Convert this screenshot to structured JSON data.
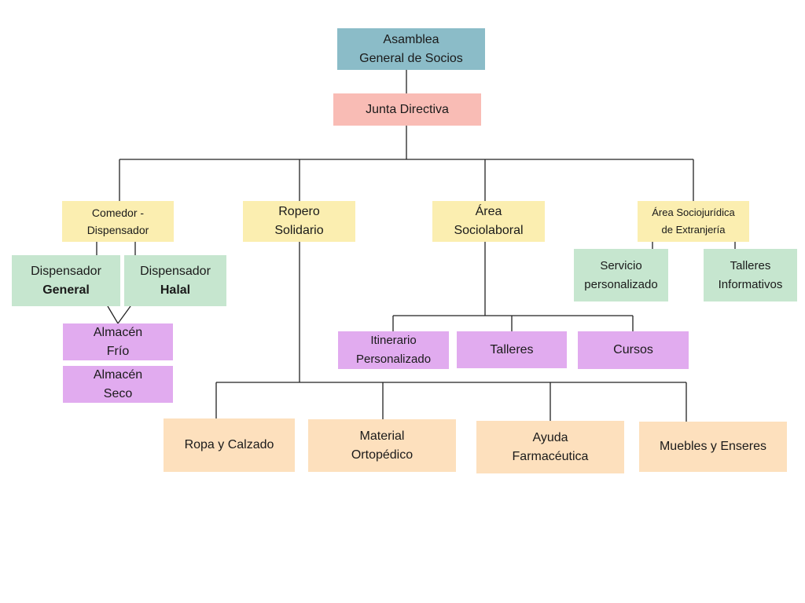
{
  "nodes": {
    "asamblea": [
      "Asamblea",
      "General de Socios"
    ],
    "junta": [
      "Junta Directiva"
    ],
    "comedor": [
      "Comedor -",
      "Dispensador"
    ],
    "ropero": [
      "Ropero",
      "Solidario"
    ],
    "sociolaboral": [
      "Área",
      "Sociolaboral"
    ],
    "sociojuridica": [
      "Área Sociojurídica",
      "de Extranjería"
    ],
    "disp_general": [
      "Dispensador",
      "General"
    ],
    "disp_halal": [
      "Dispensador",
      "Halal"
    ],
    "servicio": [
      "Servicio",
      "personalizado"
    ],
    "talleres_inf": [
      "Talleres",
      "Informativos"
    ],
    "almacen_frio": [
      "Almacén",
      "Frío"
    ],
    "almacen_seco": [
      "Almacén",
      "Seco"
    ],
    "itinerario": [
      "Itinerario",
      "Personalizado"
    ],
    "talleres": [
      "Talleres"
    ],
    "cursos": [
      "Cursos"
    ],
    "ropa": [
      "Ropa y Calzado"
    ],
    "material": [
      "Material",
      "Ortopédico"
    ],
    "ayuda": [
      "Ayuda",
      "Farmacéutica"
    ],
    "muebles": [
      "Muebles y Enseres"
    ]
  },
  "colors": {
    "governance": "#8bbcc8",
    "board": "#f9bcb5",
    "area": "#fbeeb0",
    "service": "#c6e6cf",
    "program": "#e1abef",
    "resource": "#fde0bd"
  }
}
